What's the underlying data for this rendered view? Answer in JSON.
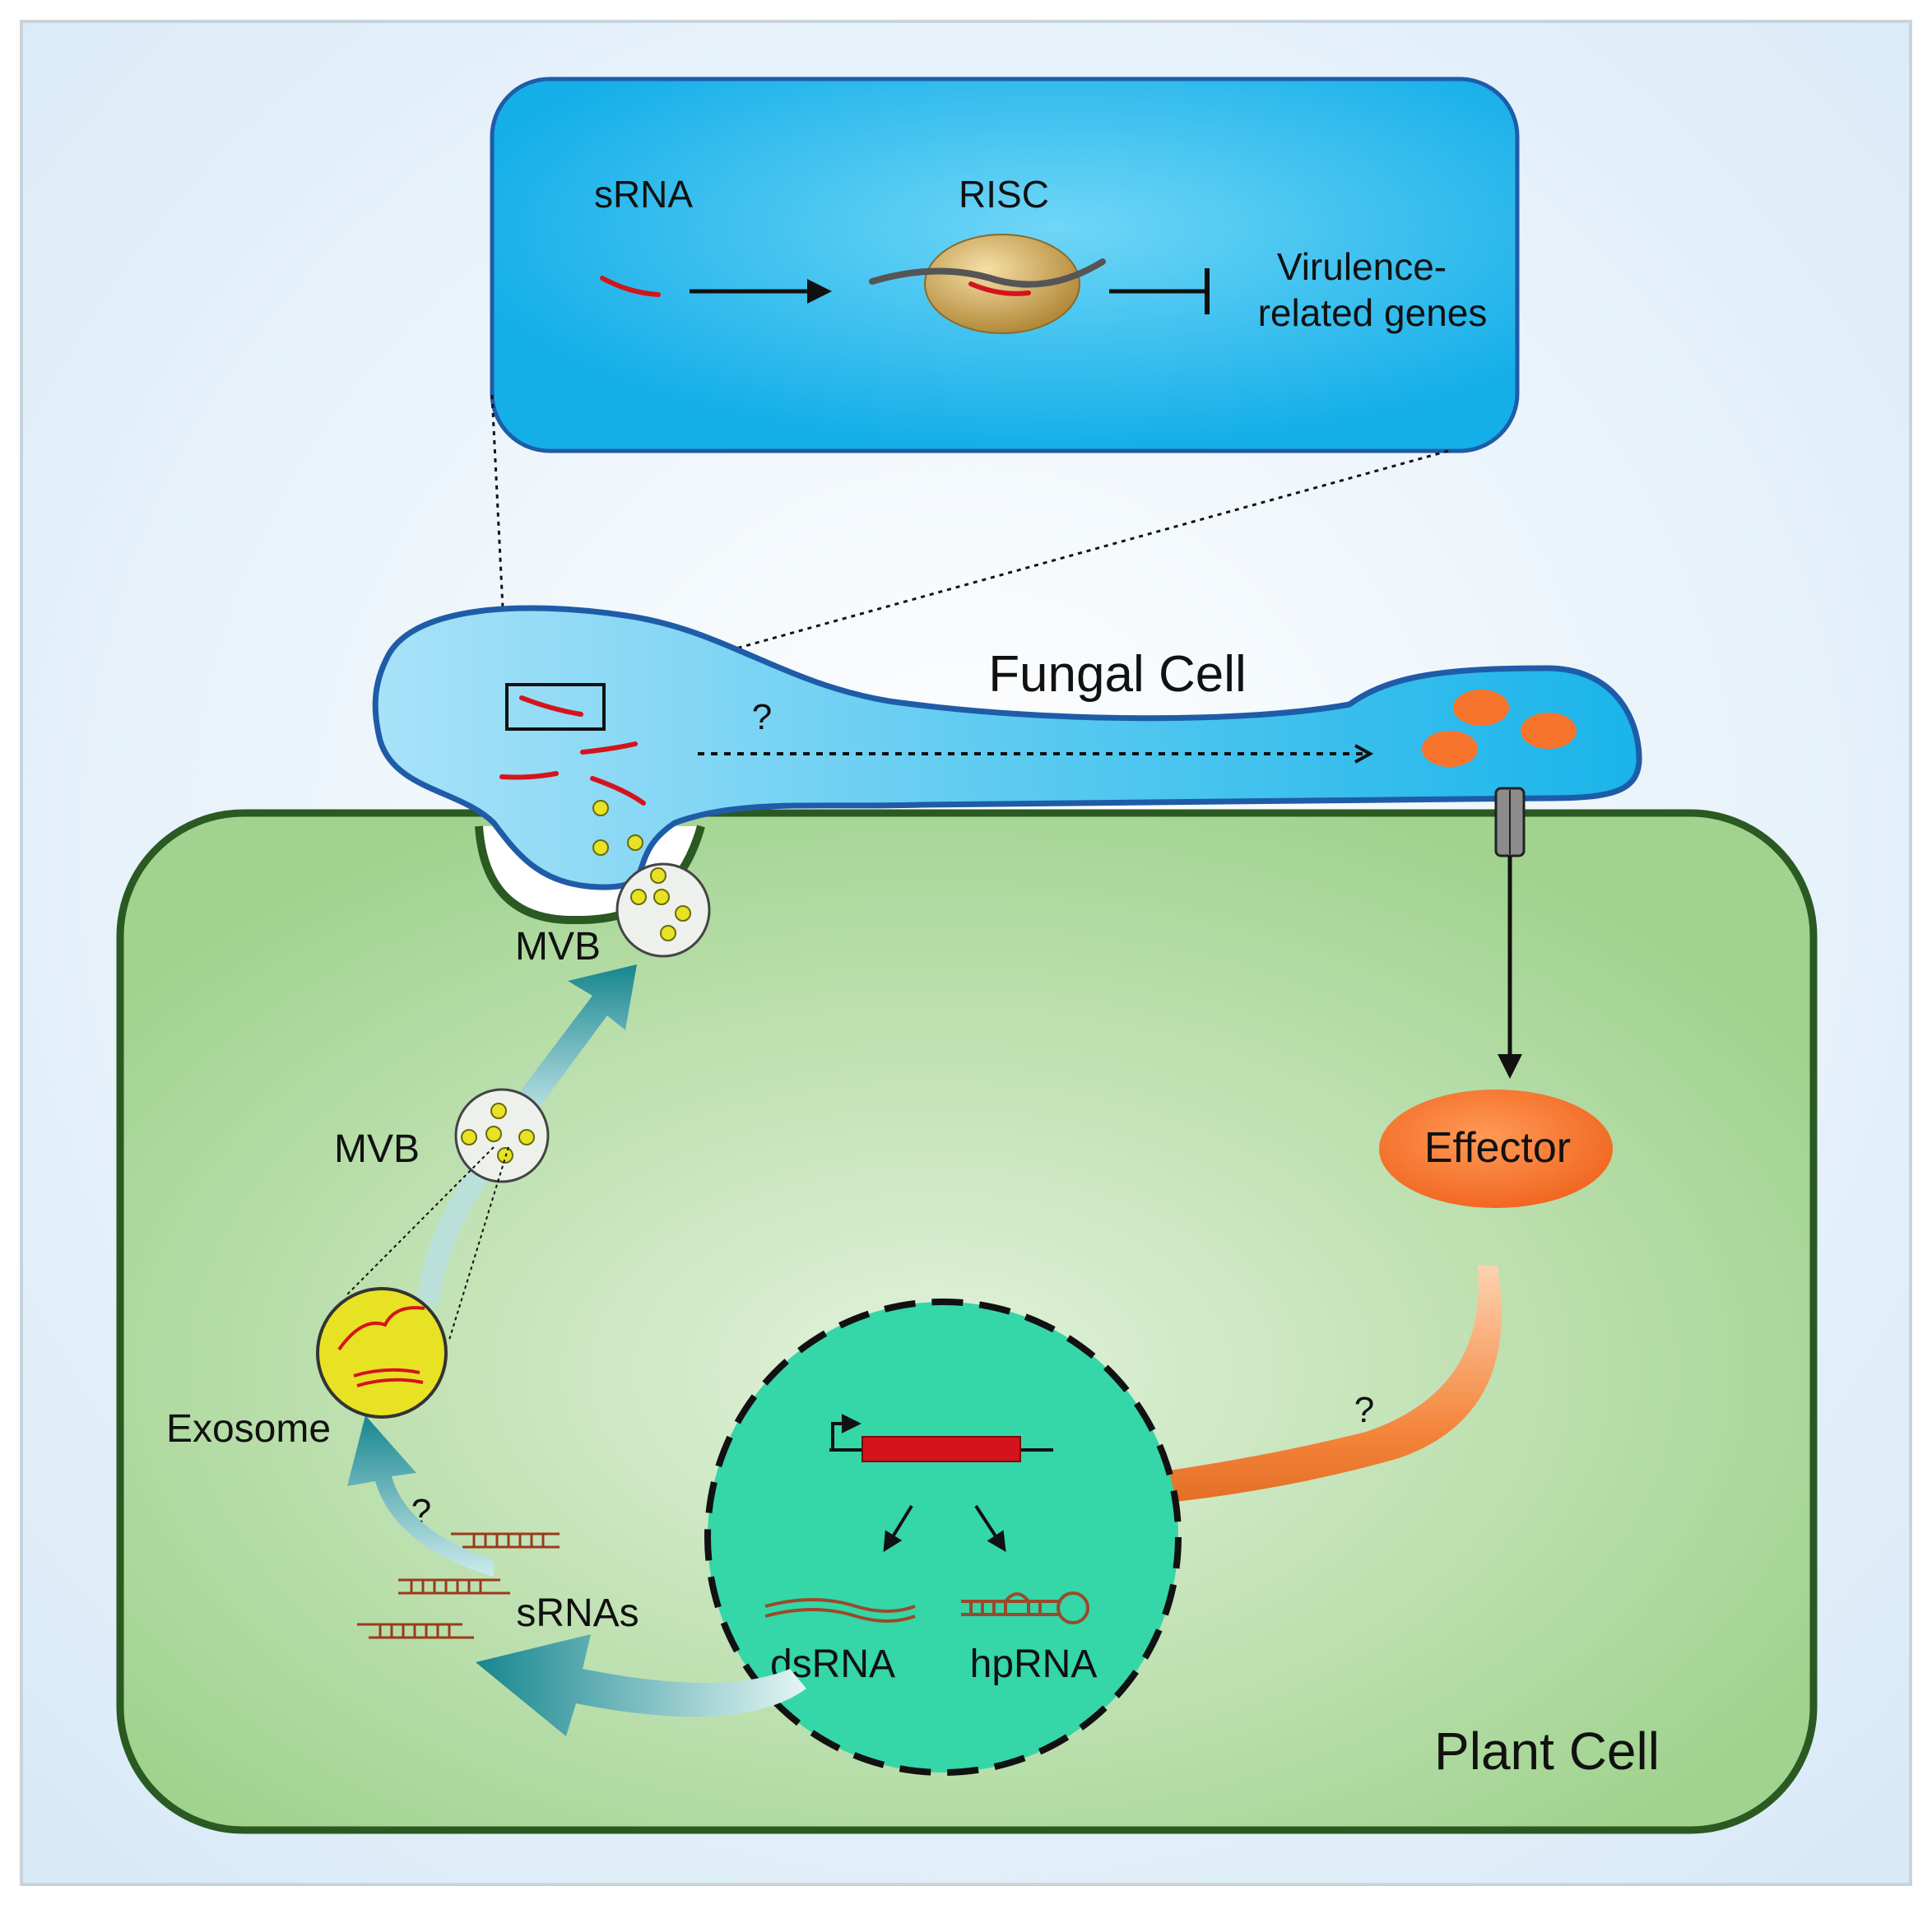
{
  "inset": {
    "srna_label": "sRNA",
    "risc_label": "RISC",
    "target_line1": "Virulence-",
    "target_line2": "related genes"
  },
  "fungal_cell": {
    "label": "Fungal Cell",
    "question": "?"
  },
  "plant_cell": {
    "label": "Plant Cell",
    "mvb_label_upper": "MVB",
    "mvb_label_lower": "MVB",
    "exosome_label": "Exosome",
    "srnas_label": "sRNAs",
    "srnas_question": "?",
    "effector_label": "Effector",
    "effector_question": "?"
  },
  "nucleus": {
    "dsrna_label": "dsRNA",
    "hprna_label": "hpRNA"
  },
  "colors": {
    "background": "#e6f1fa",
    "inset_fill": "#1ab3ea",
    "fungal_fill": "#4fc4ef",
    "fungal_outline": "#1f5ca8",
    "plant_fill": "#b3dca4",
    "plant_outline": "#2a5a22",
    "nucleus_fill": "#35d6a8",
    "rna_red": "#d4141c",
    "effector_orange": "#f6742c",
    "vesicle_yellow": "#e8e224",
    "teal_arrow": "#1a8e94"
  }
}
